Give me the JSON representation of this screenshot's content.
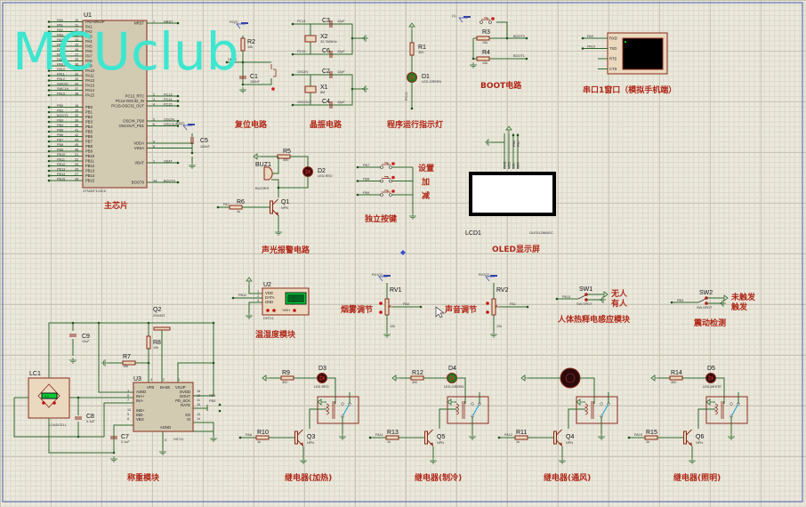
{
  "watermark": "MCUclub",
  "colors": {
    "wire": "#2d6a2d",
    "component": "#8b2a1a",
    "title": "#b02818",
    "watermark": "#3ee6cf",
    "led_red": "#cc1a1a",
    "led_green": "#1a8a1a",
    "switch_blade": "#2aa8d8"
  },
  "mcu": {
    "ref": "U1",
    "part": "STM32F103C8",
    "title": "主芯片",
    "left_pins": [
      {
        "net": "PA0",
        "num": "10",
        "name": "PA0-WKUP"
      },
      {
        "net": "PA1",
        "num": "11",
        "name": "PA1"
      },
      {
        "net": "PA2",
        "num": "12",
        "name": "PA2"
      },
      {
        "net": "PA3",
        "num": "13",
        "name": "PA3"
      },
      {
        "net": "PA4",
        "num": "14",
        "name": "PA4"
      },
      {
        "net": "PA5",
        "num": "15",
        "name": "PA5"
      },
      {
        "net": "PA6",
        "num": "16",
        "name": "PA6"
      },
      {
        "net": "PA7",
        "num": "17",
        "name": "PA7"
      },
      {
        "net": "PA8",
        "num": "29",
        "name": "PA8"
      },
      {
        "net": "PA9",
        "num": "30",
        "name": "PA9"
      },
      {
        "net": "PA10",
        "num": "31",
        "name": "PA10"
      },
      {
        "net": "PA11",
        "num": "32",
        "name": "PA11"
      },
      {
        "net": "PA12",
        "num": "33",
        "name": "PA12"
      },
      {
        "net": "SWDIO",
        "num": "34",
        "name": "PA13"
      },
      {
        "net": "SWCLK",
        "num": "37",
        "name": "PA14"
      },
      {
        "net": "PA15",
        "num": "38",
        "name": "PA15"
      },
      {
        "net": "PB0",
        "num": "18",
        "name": "PB0"
      },
      {
        "net": "PB1",
        "num": "19",
        "name": "PB1"
      },
      {
        "net": "BOOT1",
        "num": "20",
        "name": "PB2"
      },
      {
        "net": "PB3",
        "num": "39",
        "name": "PB3"
      },
      {
        "net": "PB4",
        "num": "40",
        "name": "PB4"
      },
      {
        "net": "PB5",
        "num": "41",
        "name": "PB5"
      },
      {
        "net": "PB6",
        "num": "42",
        "name": "PB6"
      },
      {
        "net": "PB7",
        "num": "43",
        "name": "PB7"
      },
      {
        "net": "PB8",
        "num": "45",
        "name": "PB8"
      },
      {
        "net": "PB9",
        "num": "46",
        "name": "PB9"
      },
      {
        "net": "PB10",
        "num": "21",
        "name": "PB10"
      },
      {
        "net": "PB11",
        "num": "22",
        "name": "PB11"
      },
      {
        "net": "PB12",
        "num": "25",
        "name": "PB12"
      },
      {
        "net": "PB13",
        "num": "26",
        "name": "PB13"
      },
      {
        "net": "PB14",
        "num": "27",
        "name": "PB14"
      },
      {
        "net": "PB15",
        "num": "28",
        "name": "PB15"
      }
    ],
    "right_pins": [
      {
        "net": "NRST",
        "num": "7",
        "name": "NRST"
      },
      {
        "net": "PC13",
        "num": "2",
        "name": "PC13_RTC"
      },
      {
        "net": "PC14",
        "num": "3",
        "name": "PC14-OSC32_IN"
      },
      {
        "net": "PC15",
        "num": "4",
        "name": "PC15-OSC32_OUT"
      },
      {
        "net": "OSCIN",
        "num": "5",
        "name": "OSCIN_PD0"
      },
      {
        "net": "OSCOUT",
        "num": "6",
        "name": "OSCOUT_PD1"
      },
      {
        "net": "",
        "num": "9",
        "name": "VDDA"
      },
      {
        "net": "",
        "num": "8",
        "name": "VSSA"
      },
      {
        "net": "VBAT",
        "num": "1",
        "name": "VBAT"
      },
      {
        "net": "BOOT0",
        "num": "44",
        "name": "BOOT0"
      }
    ],
    "c5": {
      "ref": "C5",
      "value": "100nF",
      "probe": "C5(2)"
    }
  },
  "reset": {
    "title": "复位电路",
    "r": "R2",
    "r_val": "10k",
    "c": "C1",
    "c_val": "100nF",
    "net": "NRST",
    "probe": "R2(2)"
  },
  "crystal": {
    "title": "晶振电路",
    "x2": "X2",
    "x2_val": "32.768KHz",
    "x1": "X1",
    "x1_val": "8M",
    "c3": "C3",
    "c6": "C6",
    "c2": "C2",
    "c4": "C4",
    "c_val": "12pF",
    "nets": [
      "PC14",
      "PC15",
      "OSCIN",
      "OSCOUT"
    ]
  },
  "run_led": {
    "title": "程序运行指示灯",
    "r": "R1",
    "r_val": "300",
    "d": "D1",
    "d_val": "LED-GREEN",
    "net": "PC13"
  },
  "boot": {
    "title": "BOOT电路",
    "r3": "R3",
    "r4": "R4",
    "r_val": "10k",
    "net0": "BOOT0",
    "net1": "BOOT1",
    "probe": "(1)"
  },
  "serial": {
    "title": "串口1窗口（模拟手机端）",
    "pins": [
      "RXD",
      "TXD",
      "RTS",
      "CTS"
    ],
    "nets": [
      "PA9",
      "PA10"
    ]
  },
  "oled": {
    "title": "OLED显示屏",
    "ref": "LCD1",
    "part": "OLED12864I2C",
    "pins": [
      "GND",
      "VCC",
      "SCL",
      "SDA"
    ],
    "nets": [
      "PB6",
      "PB7"
    ]
  },
  "alarm": {
    "title": "声光报警电路",
    "buz": "BUZ1",
    "buz_val": "BUZZER",
    "r5": "R5",
    "r5_val": "300",
    "d2": "D2",
    "d2_val": "LED-RED",
    "r6": "R6",
    "r6_val": "1k",
    "q1": "Q1",
    "q1_val": "NPN",
    "net": "PA7"
  },
  "keys": {
    "title": "独立按键",
    "items": [
      {
        "net": "PB7",
        "label": "设置"
      },
      {
        "net": "PB8",
        "label": "加"
      },
      {
        "net": "PB9",
        "label": "减"
      }
    ]
  },
  "dht": {
    "title": "温湿度模块",
    "ref": "U2",
    "part": "DHT11",
    "pins": [
      "VDD",
      "DATA",
      "GND"
    ],
    "pin_nums": [
      "1",
      "2",
      "4"
    ],
    "net": "PB12",
    "temp": "73",
    "hum": "50",
    "badge": "%RH"
  },
  "smoke": {
    "title": "烟雾调节",
    "ref": "RV1",
    "value": "10k",
    "net": "PA0",
    "probe": "RV1(2)"
  },
  "sound": {
    "title": "声音调节",
    "ref": "RV2",
    "value": "10k",
    "net": "PA1",
    "probe": "RV2(2)"
  },
  "pir": {
    "title": "人体热释电感应模块",
    "ref": "SW1",
    "part": "SW-SPDT",
    "net": "PB13",
    "opt1": "无人",
    "opt2": "有人"
  },
  "vibration": {
    "title": "震动检测",
    "ref": "SW2",
    "part": "SW-SPDT",
    "net": "PB3",
    "opt1": "未触发",
    "opt2": "触发"
  },
  "scale": {
    "title": "称重模块",
    "lc": "LC1",
    "lc_val": "LOADCELL",
    "lc_display": "0.0",
    "u3": "U3",
    "u3_part": "HX711",
    "u3_left": [
      "AVDD",
      "INA+",
      "INA-",
      "INB+",
      "INB-",
      "VBG"
    ],
    "u3_left_nums": [
      "3",
      "6",
      "7",
      "12",
      "9",
      "8"
    ],
    "u3_right": [
      "DVDD",
      "DOUT",
      "PD_SCK",
      "RATE",
      "XO",
      "XI"
    ],
    "u3_right_nums": [
      "16",
      "12",
      "11",
      "15",
      "13",
      "14"
    ],
    "u3_top": [
      "VFB",
      "BASE",
      "VSUP"
    ],
    "u3_top_nums": [
      "4",
      "2",
      "1"
    ],
    "u3_bottom": "AGND",
    "u3_bottom_num": "5",
    "q2": "Q2",
    "q2_val": "2N4403",
    "r8": "R8",
    "r8_val": "10k",
    "r7": "R7",
    "r7_val": "10k",
    "c9": "C9",
    "c9_val": "10uF",
    "c8": "C8",
    "c8_val": "0.1uF",
    "c7": "C7",
    "c7_val": "0.1uF",
    "nets": [
      "PB4",
      "PB5"
    ]
  },
  "relays": [
    {
      "title": "继电器(加热)",
      "r_led": "R9",
      "r_led_val": "300",
      "led": "D3",
      "led_val": "LED-RED",
      "led_color": "red",
      "r_base": "R10",
      "r_base_val": "1k",
      "q": "Q3",
      "q_val": "NPN",
      "net": "PA8"
    },
    {
      "title": "继电器(制冷)",
      "r_led": "R12",
      "r_led_val": "300",
      "led": "D4",
      "led_val": "LED-GREEN",
      "led_color": "green",
      "r_base": "R13",
      "r_base_val": "1k",
      "q": "Q5",
      "q_val": "NPN",
      "net": "PA11"
    },
    {
      "title": "继电器(通风)",
      "r_led": "",
      "r_led_val": "",
      "led": "",
      "led_val": "",
      "led_color": "fan",
      "r_base": "R11",
      "r_base_val": "1k",
      "q": "Q4",
      "q_val": "NPN",
      "net": "PA12"
    },
    {
      "title": "继电器(照明)",
      "r_led": "R14",
      "r_led_val": "300",
      "led": "D5",
      "led_val": "LED-WHITE",
      "led_color": "white",
      "r_base": "R15",
      "r_base_val": "1k",
      "q": "Q6",
      "q_val": "NPN",
      "net": "PA15"
    }
  ]
}
